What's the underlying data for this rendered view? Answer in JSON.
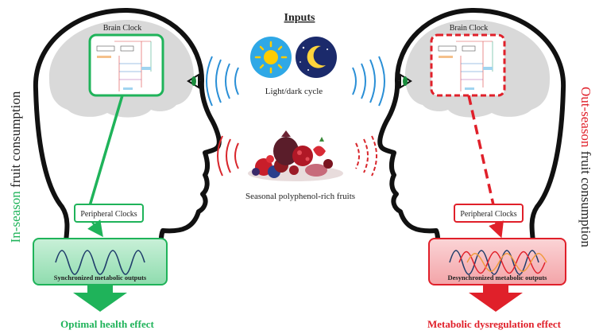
{
  "inputs_title": "Inputs",
  "light_dark_label": "Light/dark cycle",
  "fruits_label": "Seasonal polyphenol-rich fruits",
  "left": {
    "brain_clock": "Brain Clock",
    "peripheral": "Peripheral Clocks",
    "side_highlight": "In-season",
    "side_rest": " fruit consumption",
    "output": "Synchronized metabolic outputs",
    "effect": "Optimal health effect",
    "color": "#1fb35a"
  },
  "right": {
    "brain_clock": "Brain Clock",
    "peripheral": "Peripheral Clocks",
    "side_highlight": "Out-season",
    "side_rest": " fruit consumption",
    "output": "Desynchronized metabolic outputs",
    "effect": "Metabolic dysregulation effect",
    "color": "#e0202a"
  },
  "colors": {
    "sky_day": "#2fa8e6",
    "sky_night": "#1b2a6b",
    "sun": "#ffcc00",
    "moon": "#ffd43b",
    "wave": "#2a8fd6",
    "wave_red": "#d8262c",
    "head": "#111111",
    "brain": "#d9d9d9"
  }
}
